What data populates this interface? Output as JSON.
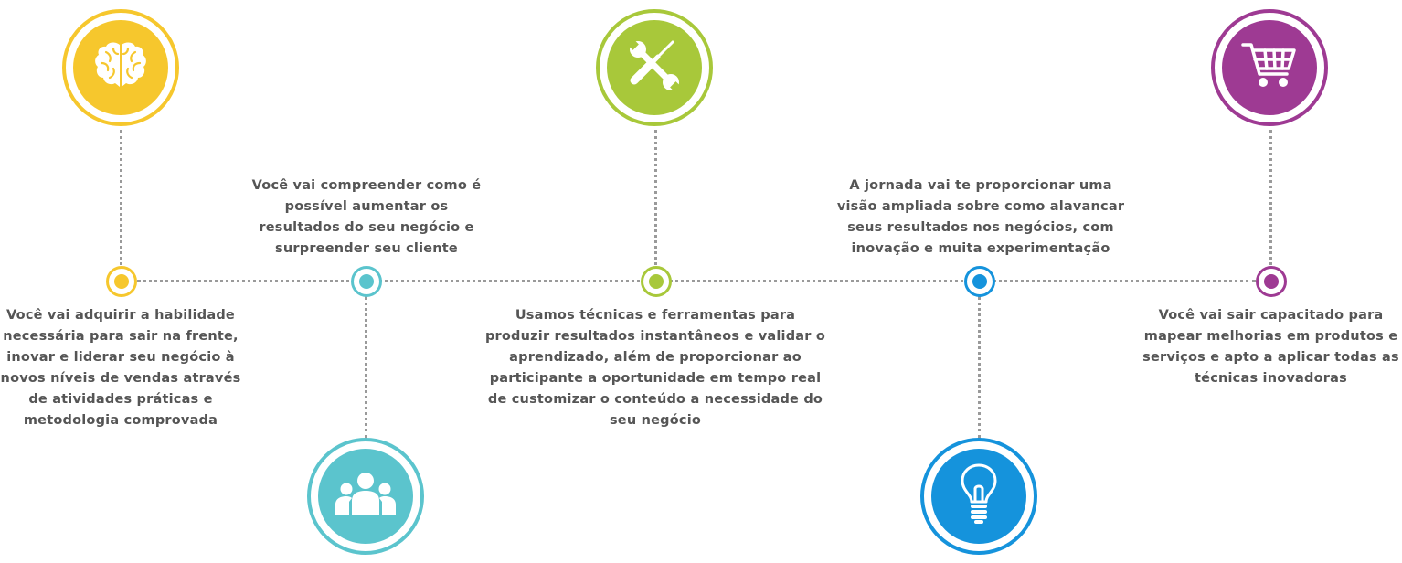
{
  "colors": {
    "yellow": "#F6C72D",
    "teal": "#5BC4CD",
    "green": "#A8C83A",
    "blue": "#1593DC",
    "purple": "#9E3A93",
    "line": "#9A9A9A",
    "text": "#555555"
  },
  "steps": [
    {
      "icon": "brain-icon",
      "color": "#F6C72D",
      "text": "Você vai adquirir a habilidade necessária para sair na frente, inovar e liderar seu negócio à novos níveis de vendas através de atividades práticas e metodologia comprovada"
    },
    {
      "icon": "people-group-icon",
      "color": "#5BC4CD",
      "text": "Você vai compreender como é possível aumentar os resultados do seu negócio e surpreender seu cliente"
    },
    {
      "icon": "tools-icon",
      "color": "#A8C83A",
      "text": "Usamos técnicas e ferramentas para produzir resultados instantâneos e validar o aprendizado, além de proporcionar ao participante a oportunidade em tempo real de customizar o conteúdo a necessidade do seu negócio"
    },
    {
      "icon": "lightbulb-icon",
      "color": "#1593DC",
      "text": "A jornada vai te proporcionar uma visão ampliada sobre como alavancar seus resultados nos negócios, com inovação e muita experimentação"
    },
    {
      "icon": "shopping-cart-icon",
      "color": "#9E3A93",
      "text": "Você vai sair capacitado para mapear melhorias em produtos e serviços e apto a aplicar todas as técnicas inovadoras"
    }
  ]
}
